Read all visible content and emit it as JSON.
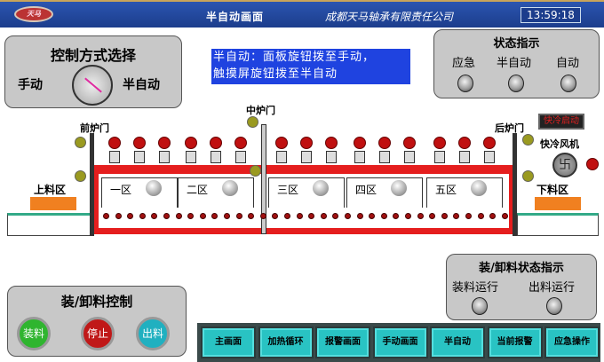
{
  "header": {
    "logo": "天马",
    "title": "半自动画面",
    "company": "成都天马轴承有限责任公司",
    "clock": "13:59:18"
  },
  "control_mode": {
    "title": "控制方式选择",
    "left": "手动",
    "right": "半自动"
  },
  "info_text": [
    "半自动：面板旋钮拨至手动，",
    "触摸屏旋钮拨至半自动"
  ],
  "status": {
    "title": "状态指示",
    "items": [
      "应急",
      "半自动",
      "自动"
    ]
  },
  "furnace": {
    "middle_door": "中炉门",
    "front_door": "前炉门",
    "rear_door": "后炉门",
    "quick_cool_start": "快冷启动",
    "quick_cool_fan": "快冷风机",
    "loading_zone": "上料区",
    "unloading_zone": "下料区",
    "zones": [
      "一区",
      "二区",
      "三区",
      "四区",
      "五区"
    ]
  },
  "load_status": {
    "title": "装/卸料状态指示",
    "items": [
      "装料运行",
      "出料运行"
    ]
  },
  "load_control": {
    "title": "装/卸料控制",
    "buttons": [
      "装料",
      "停止",
      "出料"
    ],
    "colors": [
      "#2fb52f",
      "#c01818",
      "#20b0c0"
    ]
  },
  "nav": [
    "主画面",
    "加热循环",
    "报警画面",
    "手动画面",
    "半自动",
    "当前报警",
    "应急操作"
  ]
}
